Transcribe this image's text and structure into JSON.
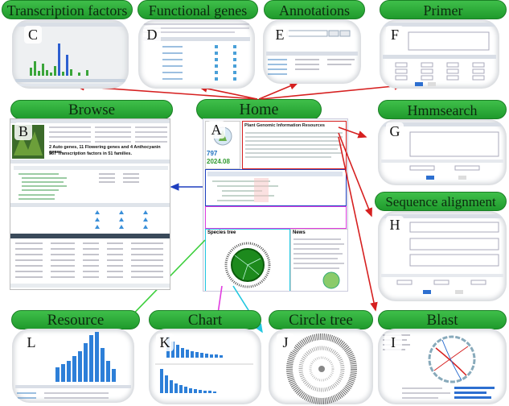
{
  "pills": {
    "tf": "Transcription factors",
    "functional": "Functional genes",
    "annotations": "Annotations",
    "primer": "Primer",
    "browse": "Browse",
    "home": "Home",
    "hmmsearch": "Hmmsearch",
    "alignment": "Sequence alignment",
    "resource": "Resource",
    "chart": "Chart",
    "circle": "Circle tree",
    "blast": "Blast"
  },
  "letters": {
    "A": "A",
    "B": "B",
    "C": "C",
    "D": "D",
    "E": "E",
    "F": "F",
    "G": "G",
    "H": "H",
    "I": "I",
    "J": "J",
    "K": "K",
    "L": "L"
  },
  "home": {
    "title": "Plant Genomic Information Resources",
    "counts": [
      "797",
      "2024.08"
    ],
    "tree_label": "Species tree",
    "news_label": "News"
  },
  "browse": {
    "stats": [
      "2 Auto genes, 11 Flowering genes and 4 Anthocyanin genes.",
      "567 Transcription factors in 51 families."
    ]
  },
  "alignment_label": "Sequence alignment",
  "colors": {
    "pill": "#2aa836",
    "arrow_red": "#d62020",
    "arrow_blue": "#1f3fbf",
    "arrow_green": "#3ccf3c",
    "arrow_magenta": "#e03ce0",
    "arrow_cyan": "#22c7e0"
  }
}
